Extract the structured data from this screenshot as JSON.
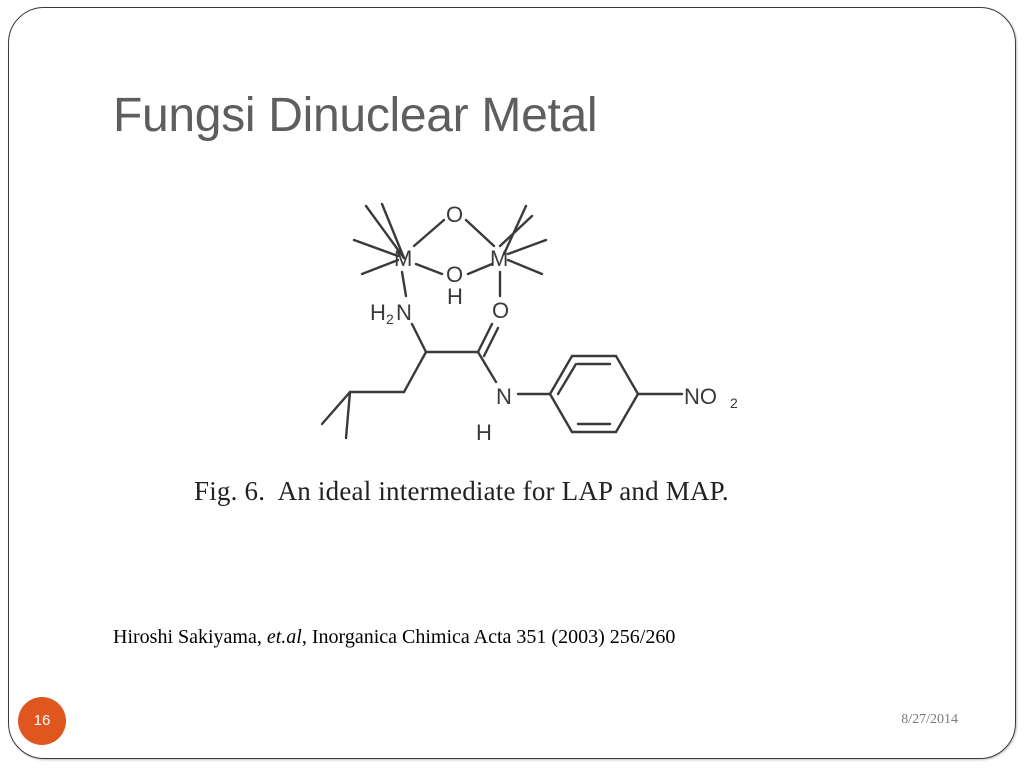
{
  "slide": {
    "title": "Fungsi Dinuclear Metal",
    "figure": {
      "caption": "Fig. 6.  An ideal intermediate for LAP and MAP.",
      "labels": {
        "o_top": "O",
        "m_left": "M",
        "m_right": "M",
        "o_mid": "O",
        "h_mid": "H",
        "h2n_h": "H",
        "h2n_sub": "2",
        "h2n_n": "N",
        "o_carbonyl": "O",
        "n_amide": "N",
        "h_amide": "H",
        "no2_no": "NO",
        "no2_sub": "2"
      }
    },
    "citation": {
      "authors": "Hiroshi Sakiyama, ",
      "etal": "et.al",
      "rest": ", Inorganica Chimica Acta 351 (2003) 256/260"
    },
    "page_number": "16",
    "date": "8/27/2014"
  },
  "colors": {
    "title": "#5e5e5e",
    "badge": "#e0561f",
    "frame": "#3a3a3a"
  }
}
